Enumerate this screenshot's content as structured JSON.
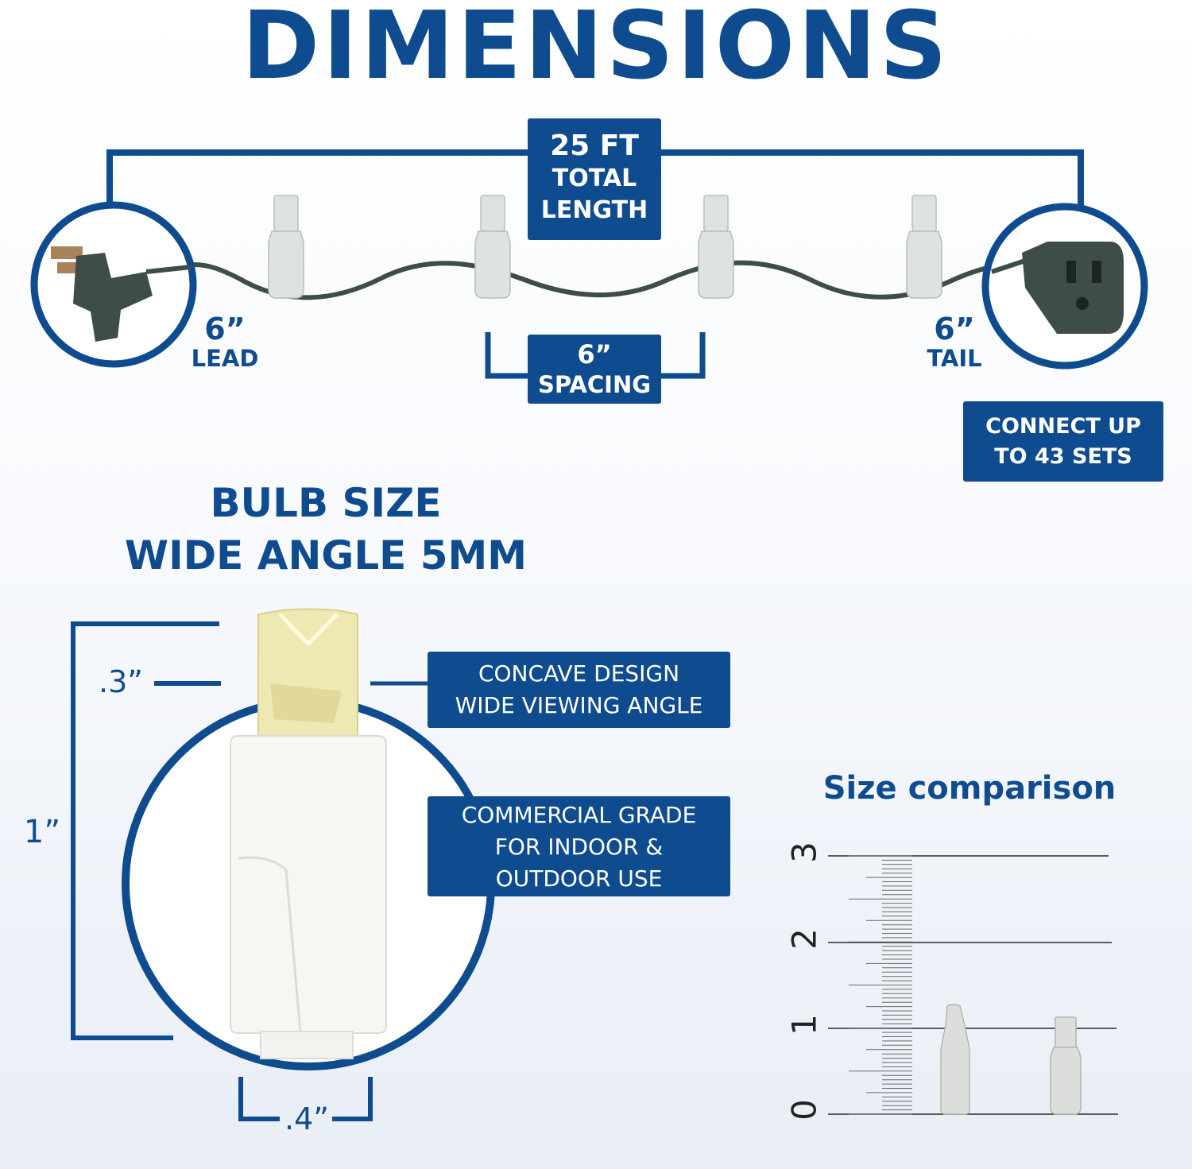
{
  "title": "DIMENSIONS",
  "total_length": {
    "line1": "25 FT",
    "line2": "TOTAL",
    "line3": "LENGTH"
  },
  "lead": {
    "value": "6”",
    "label": "LEAD"
  },
  "tail": {
    "value": "6”",
    "label": "TAIL"
  },
  "spacing": {
    "value": "6”",
    "label": "SPACING"
  },
  "connect": {
    "line1": "CONNECT UP",
    "line2": "TO 43 SETS"
  },
  "bulb_size": {
    "line1": "BULB SIZE",
    "line2": "WIDE ANGLE 5MM"
  },
  "bulb_dims": {
    "top": ".3”",
    "height": "1”",
    "width": ".4”"
  },
  "concave": {
    "line1": "CONCAVE DESIGN",
    "line2": "WIDE VIEWING ANGLE"
  },
  "commercial": {
    "line1": "COMMERCIAL GRADE",
    "line2": "FOR INDOOR &",
    "line3": "OUTDOOR USE"
  },
  "size_comparison": {
    "title": "Size comparison",
    "scale_labels": [
      "3",
      "2",
      "1",
      "0"
    ]
  },
  "colors": {
    "brand_blue": "#0f4c8f",
    "wire_green": "#3e4d45",
    "bulb_white": "#f4f4f1",
    "lens_yellow": "#eee8b2"
  }
}
